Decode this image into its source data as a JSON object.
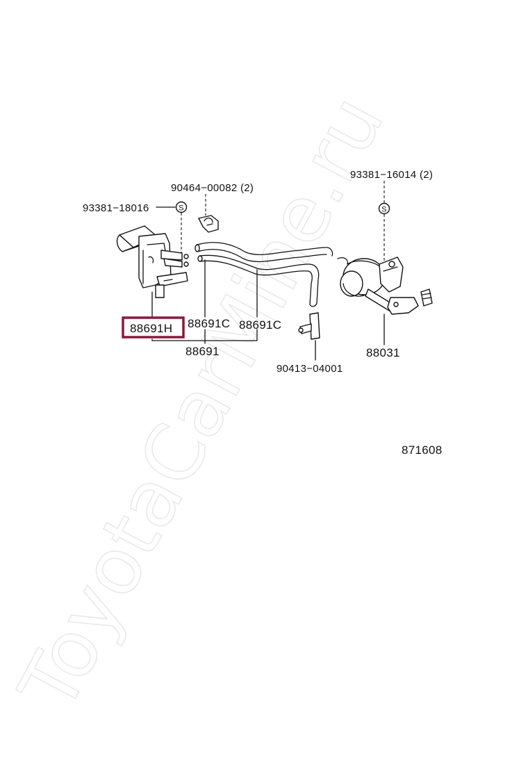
{
  "watermark": {
    "text": "ToyotaCarMine.ru",
    "color": "#e9e9e9"
  },
  "highlight": {
    "color": "#8b1a3a"
  },
  "labels": {
    "p90464": "90464−00082 (2)",
    "p93381_18016": "93381−18016",
    "p93381_16014": "93381−16014 (2)",
    "p88691h": "88691H",
    "p88691c_a": "88691C",
    "p88691c_b": "88691C",
    "p88691": "88691",
    "p90413": "90413−04001",
    "p88031": "88031",
    "diagram_no": "871608"
  },
  "symbols": {
    "s_left": "S",
    "s_right": "S"
  }
}
